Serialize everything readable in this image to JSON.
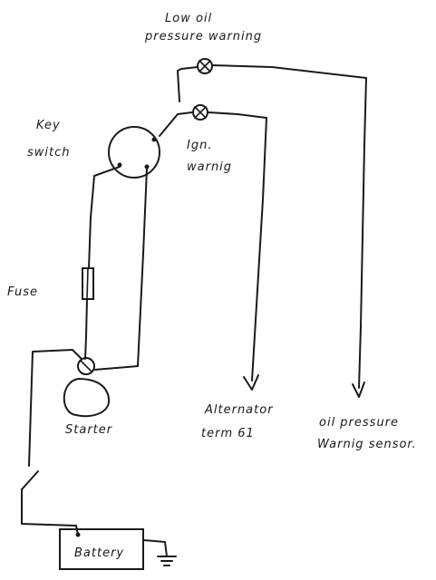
{
  "labels": {
    "low_oil_line1": "Low oil",
    "low_oil_line2": "pressure warning",
    "key_line1": "Key",
    "key_line2": "switch",
    "ign_line1": "Ign.",
    "ign_line2": "warnig",
    "fuse": "Fuse",
    "starter": "Starter",
    "alternator_line1": "Alternator",
    "alternator_line2": "term 61",
    "oil_sensor_line1": "oil pressure",
    "oil_sensor_line2": "Warnig sensor.",
    "battery": "Battery"
  }
}
